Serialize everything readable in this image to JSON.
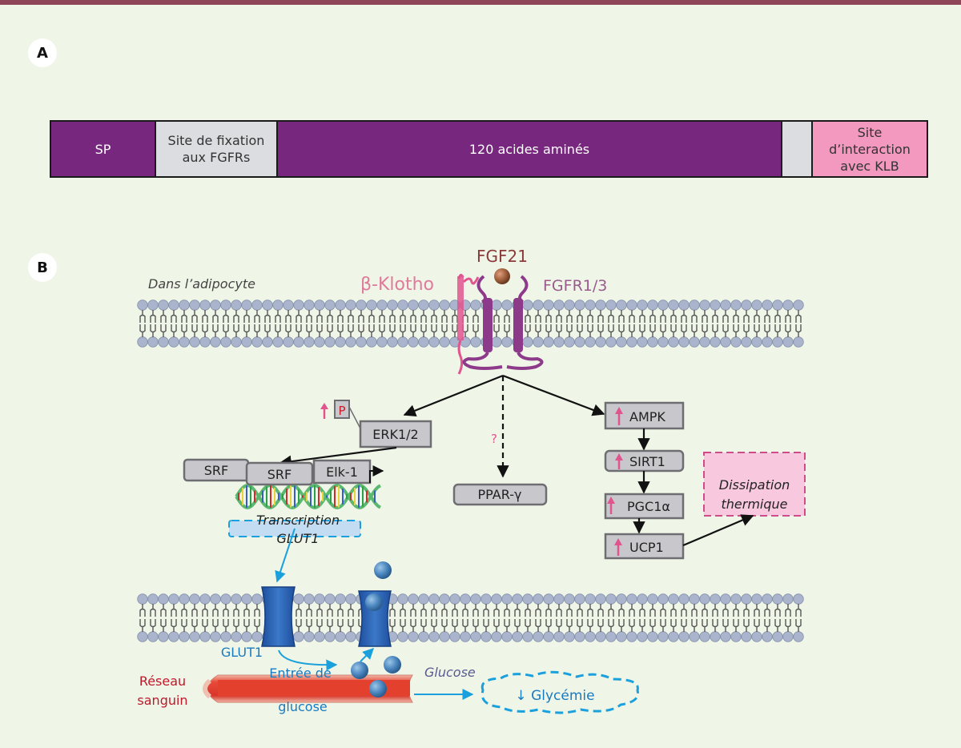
{
  "panel_a": {
    "label": "A",
    "segments": [
      {
        "text": "SP",
        "color": "purple"
      },
      {
        "text": "Site de fixation\naux FGFRs",
        "color": "grey"
      },
      {
        "text": "120 acides aminés",
        "color": "purple"
      },
      {
        "text": "",
        "color": "grey"
      },
      {
        "text": "Site\nd’interaction\navec KLB",
        "color": "pink"
      }
    ]
  },
  "panel_b": {
    "label": "B",
    "cell_label": "Dans l’adipocyte",
    "ligand": "FGF21",
    "coreceptor": "β-Klotho",
    "receptor": "FGFR1/3",
    "phospho": "P",
    "erk": "ERK1/2",
    "srf1": "SRF",
    "srf2": "SRF",
    "elk": "Elk-1",
    "transcription_line1": "Transcription",
    "transcription_line2": "GLUT1",
    "question": "?",
    "ppar": "PPAR-γ",
    "ampk": "AMPK",
    "sirt1": "SIRT1",
    "pgc1a": "PGC1α",
    "ucp1": "UCP1",
    "dissipation_line1": "Dissipation",
    "dissipation_line2": "thermique",
    "glut1": "GLUT1",
    "entry_line1": "Entrée de",
    "entry_line2": "glucose",
    "blood_line1": "Réseau",
    "blood_line2": "sanguin",
    "glucose": "Glucose",
    "glycemia": "↓ Glycémie"
  },
  "colors": {
    "top_bar": "#8f4558",
    "background": "#eff6e8",
    "purple_domain": "#77277d",
    "grey_domain": "#dcdde0",
    "pink_domain": "#f398bf",
    "ligand": "#8b3a3a",
    "klotho": "#e07a9a",
    "receptor": "#9a5a8e",
    "up_arrow": "#e0558e",
    "phospho": "#d11a2a",
    "blue_arrow": "#1aa0dc",
    "blood_text": "#c0182a"
  }
}
